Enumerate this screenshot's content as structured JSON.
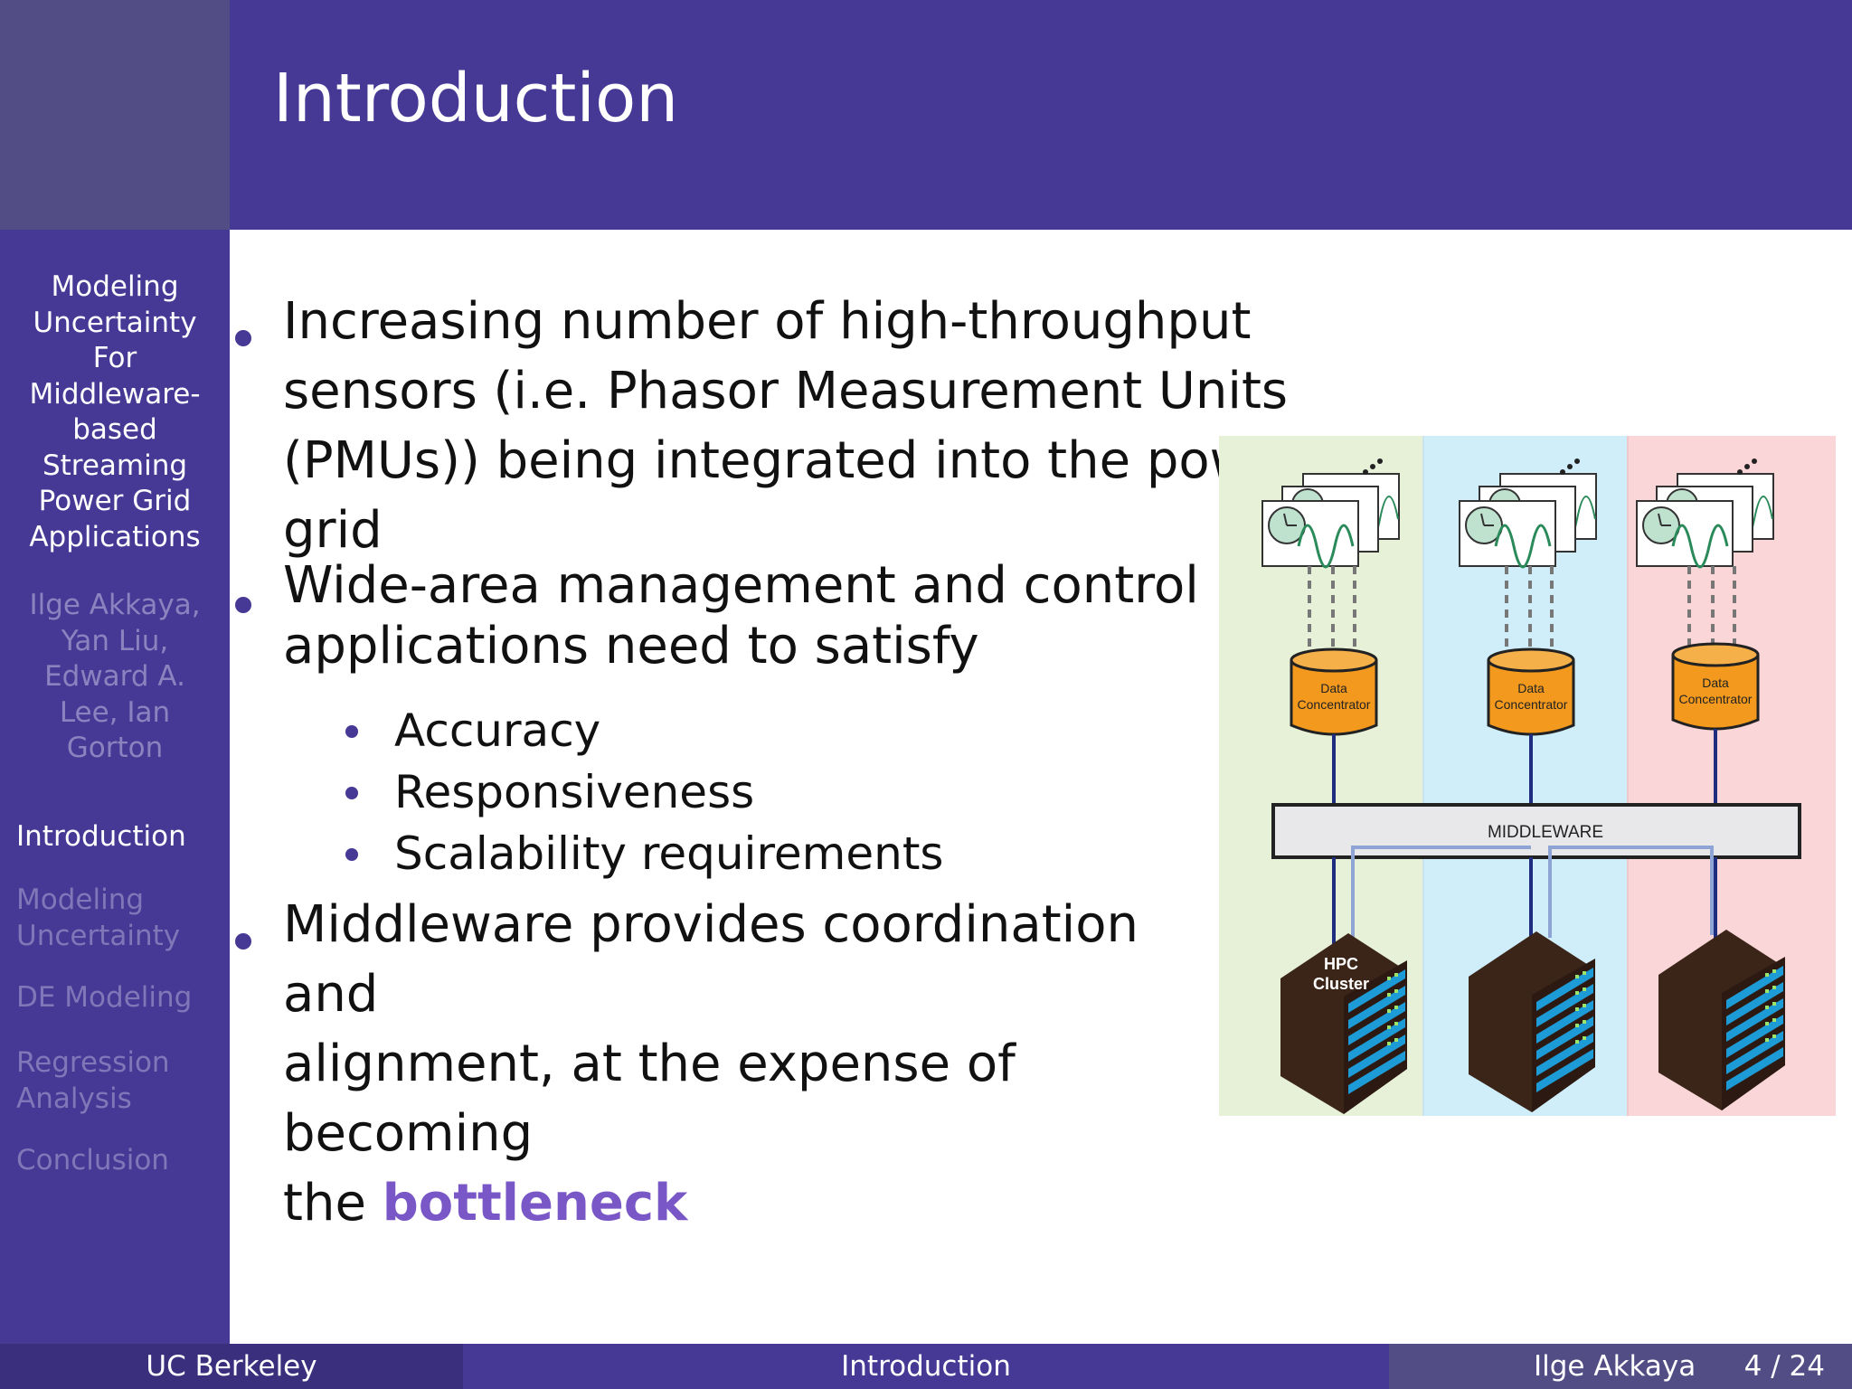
{
  "header": {
    "title": "Introduction"
  },
  "sidebar": {
    "title_lines": [
      "Modeling",
      "Uncertainty",
      "For",
      "Middleware-",
      "based",
      "Streaming",
      "Power Grid",
      "Applications"
    ],
    "author_lines": [
      "Ilge Akkaya,",
      "Yan Liu,",
      "Edward A.",
      "Lee, Ian",
      "Gorton"
    ],
    "nav": [
      {
        "lines": [
          "Introduction"
        ],
        "active": true
      },
      {
        "lines": [
          "Modeling",
          "Uncertainty"
        ],
        "active": false
      },
      {
        "lines": [
          "DE Modeling"
        ],
        "active": false
      },
      {
        "lines": [
          "Regression",
          "Analysis"
        ],
        "active": false
      },
      {
        "lines": [
          "Conclusion"
        ],
        "active": false
      }
    ]
  },
  "content": {
    "bullet1_lines": [
      "Increasing number of high-throughput",
      "sensors (i.e.  Phasor Measurement Units",
      "(PMUs)) being integrated into the power",
      "grid"
    ],
    "bullet2_lines": [
      "Wide-area management and control",
      "applications need to satisfy"
    ],
    "subbullets": [
      "Accuracy",
      "Responsiveness",
      "Scalability requirements"
    ],
    "bullet3_lines": [
      "Middleware provides coordination and",
      "alignment, at the expense of becoming"
    ],
    "bullet3_last_prefix": "the ",
    "bullet3_highlight": "bottleneck"
  },
  "figure": {
    "concentrator_label_1": "Data",
    "concentrator_label_2": "Concentrator",
    "middleware_label": "MIDDLEWARE",
    "hpc_label_1": "HPC",
    "hpc_label_2": "Cluster",
    "colors": {
      "green": "#e6f1d8",
      "blue": "#cfeef9",
      "red": "#fad6d8",
      "concentrator": "#f39a1e",
      "server": "#3b2418",
      "rack": "#1d9bd7",
      "link": "#1f2d80"
    }
  },
  "footer": {
    "institution": "UC Berkeley",
    "section": "Introduction",
    "author": "Ilge Akkaya",
    "page": "4 / 24"
  }
}
